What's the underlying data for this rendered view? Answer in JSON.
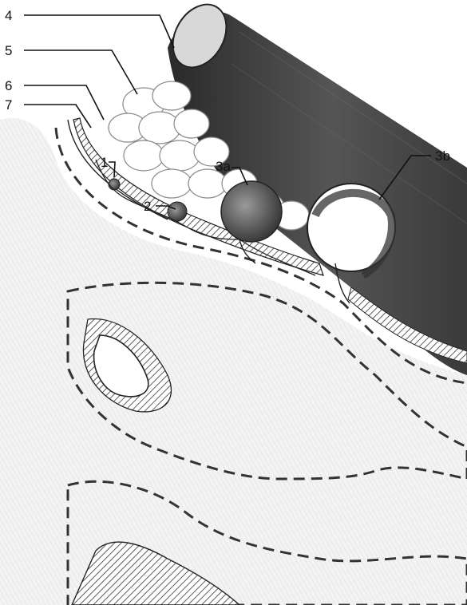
{
  "figure": {
    "labels": {
      "l4": "4",
      "l5": "5",
      "l6": "6",
      "l7": "7",
      "l1": "1",
      "l2": "2",
      "l3a": "3a",
      "l3b": "3b"
    }
  },
  "colors": {
    "ink": "#1a1a1a",
    "vessel": "#4a4a4a",
    "vessel_dark": "#2f2f2f",
    "tissue_shade": "#d9d9d9",
    "hatch": "#333333"
  }
}
